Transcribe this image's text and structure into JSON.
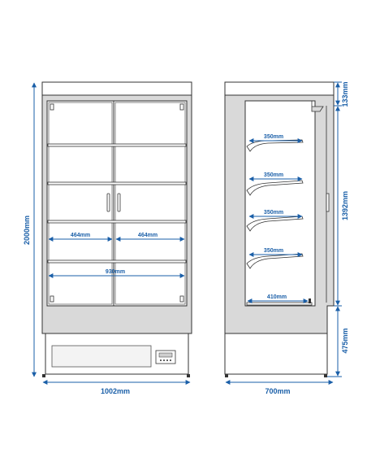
{
  "colors": {
    "dimension": "#1a5fa8",
    "outline": "#333333",
    "panel": "#d9d9d9",
    "white": "#ffffff"
  },
  "front_view": {
    "height_label": "2000mm",
    "width_label": "1002mm",
    "shelf_left_label": "464mm",
    "shelf_right_label": "464mm",
    "inner_width_label": "930mm",
    "control_panel_icon": "digital-controller-icon"
  },
  "side_view": {
    "depth_label": "700mm",
    "top_height_label": "133mm",
    "middle_height_label": "1392mm",
    "bottom_height_label": "475mm",
    "shelf_labels": [
      "350mm",
      "350mm",
      "350mm",
      "350mm"
    ],
    "base_shelf_label": "410mm"
  }
}
